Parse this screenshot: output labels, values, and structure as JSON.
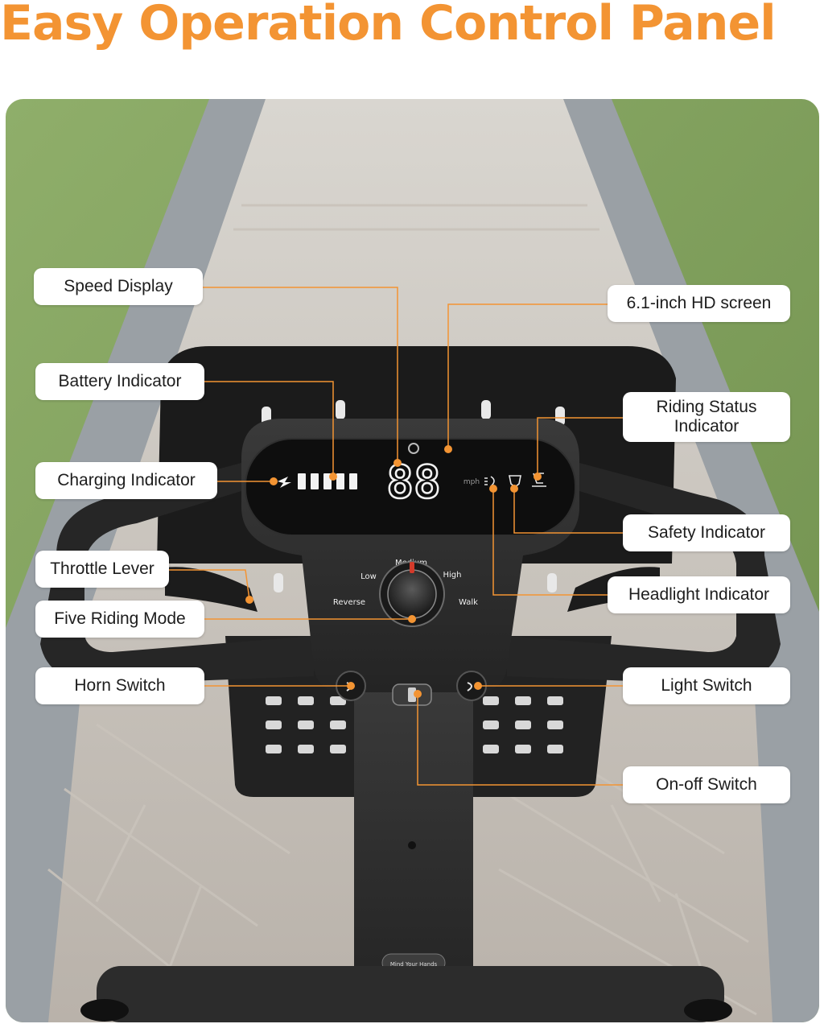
{
  "title": "Easy Operation Control Panel",
  "accent_color": "#f39433",
  "callouts": {
    "speed_display": "Speed Display",
    "battery_indicator": "Battery Indicator",
    "charging_indicator": "Charging Indicator",
    "throttle_lever": "Throttle Lever",
    "five_riding_mode": "Five Riding Mode",
    "horn_switch": "Horn Switch",
    "hd_screen": "6.1-inch HD screen",
    "riding_status_line1": "Riding Status",
    "riding_status_line2": "Indicator",
    "safety_indicator": "Safety Indicator",
    "headlight_indicator": "Headlight Indicator",
    "light_switch": "Light Switch",
    "on_off_switch": "On-off Switch"
  },
  "dashboard": {
    "speed_digits": "88",
    "speed_unit": "mph",
    "modes": {
      "low": "Low",
      "medium": "Medium",
      "high": "High",
      "reverse": "Reverse",
      "walk": "Walk"
    },
    "stem_label": "Mind Your Hands"
  }
}
